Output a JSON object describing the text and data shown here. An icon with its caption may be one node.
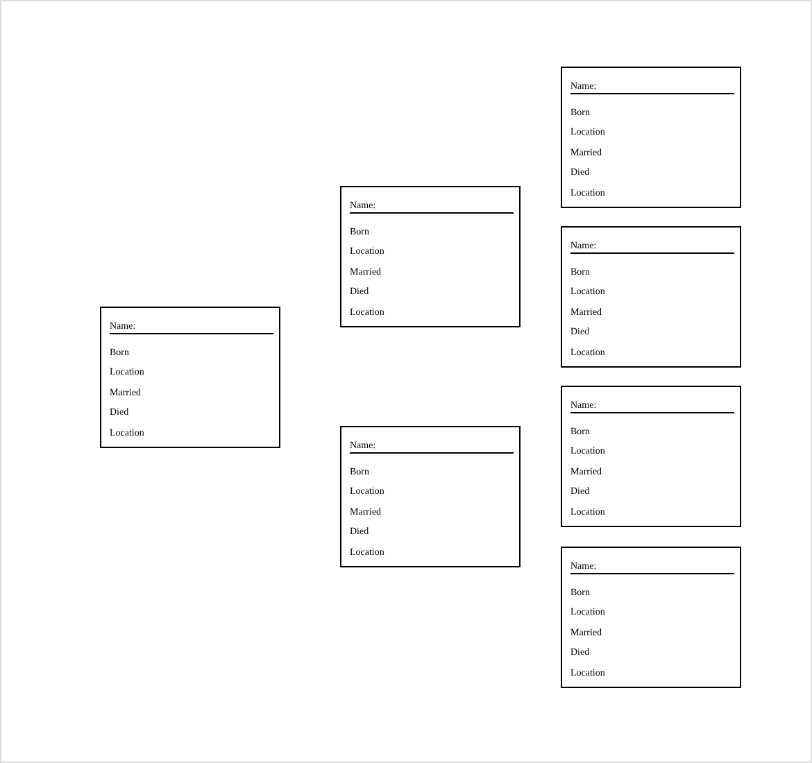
{
  "diagram": {
    "nodes": [
      {
        "text": [
          "Name:",
          "Born",
          "Location",
          "Married",
          "Died",
          "Location"
        ]
      },
      {
        "text": [
          "Name:",
          "Born",
          "Location",
          "Married",
          "Died",
          "Location"
        ]
      },
      {
        "text": [
          "Name:",
          "Born",
          "Location",
          "Married",
          "Died",
          "Location"
        ]
      },
      {
        "text": [
          "Name:",
          "Born",
          "Location",
          "Married",
          "Died",
          "Location"
        ]
      },
      {
        "text": [
          "Name:",
          "Born",
          "Location",
          "Married",
          "Died",
          "Location"
        ]
      },
      {
        "text": [
          "Name:",
          "Born",
          "Location",
          "Married",
          "Died",
          "Location"
        ]
      },
      {
        "text": [
          "Name:",
          "Born",
          "Location",
          "Married",
          "Died",
          "Location"
        ]
      }
    ],
    "edges": []
  }
}
